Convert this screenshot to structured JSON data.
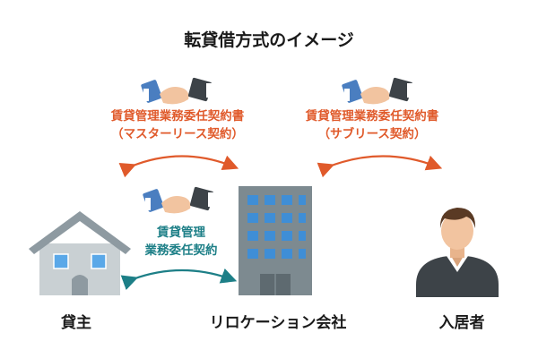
{
  "title": "転貸借方式のイメージ",
  "contract_left": {
    "line1": "賃貸管理業務委任契約書",
    "line2": "（マスターリース契約）"
  },
  "contract_right": {
    "line1": "賃貸管理業務委任契約書",
    "line2": "（サブリース契約）"
  },
  "contract_center": {
    "line1": "賃貸管理",
    "line2": "業務委任契約"
  },
  "parties": {
    "owner": "貸主",
    "relocation": "リロケーション会社",
    "tenant": "入居者"
  },
  "colors": {
    "orange": "#e05a2b",
    "teal": "#1d7f87",
    "sleeve_blue": "#4a7ec0",
    "sleeve_dark": "#3d4348",
    "building": "#7d8a90",
    "window": "#3f8ed6",
    "house": "#8e9aa1"
  }
}
